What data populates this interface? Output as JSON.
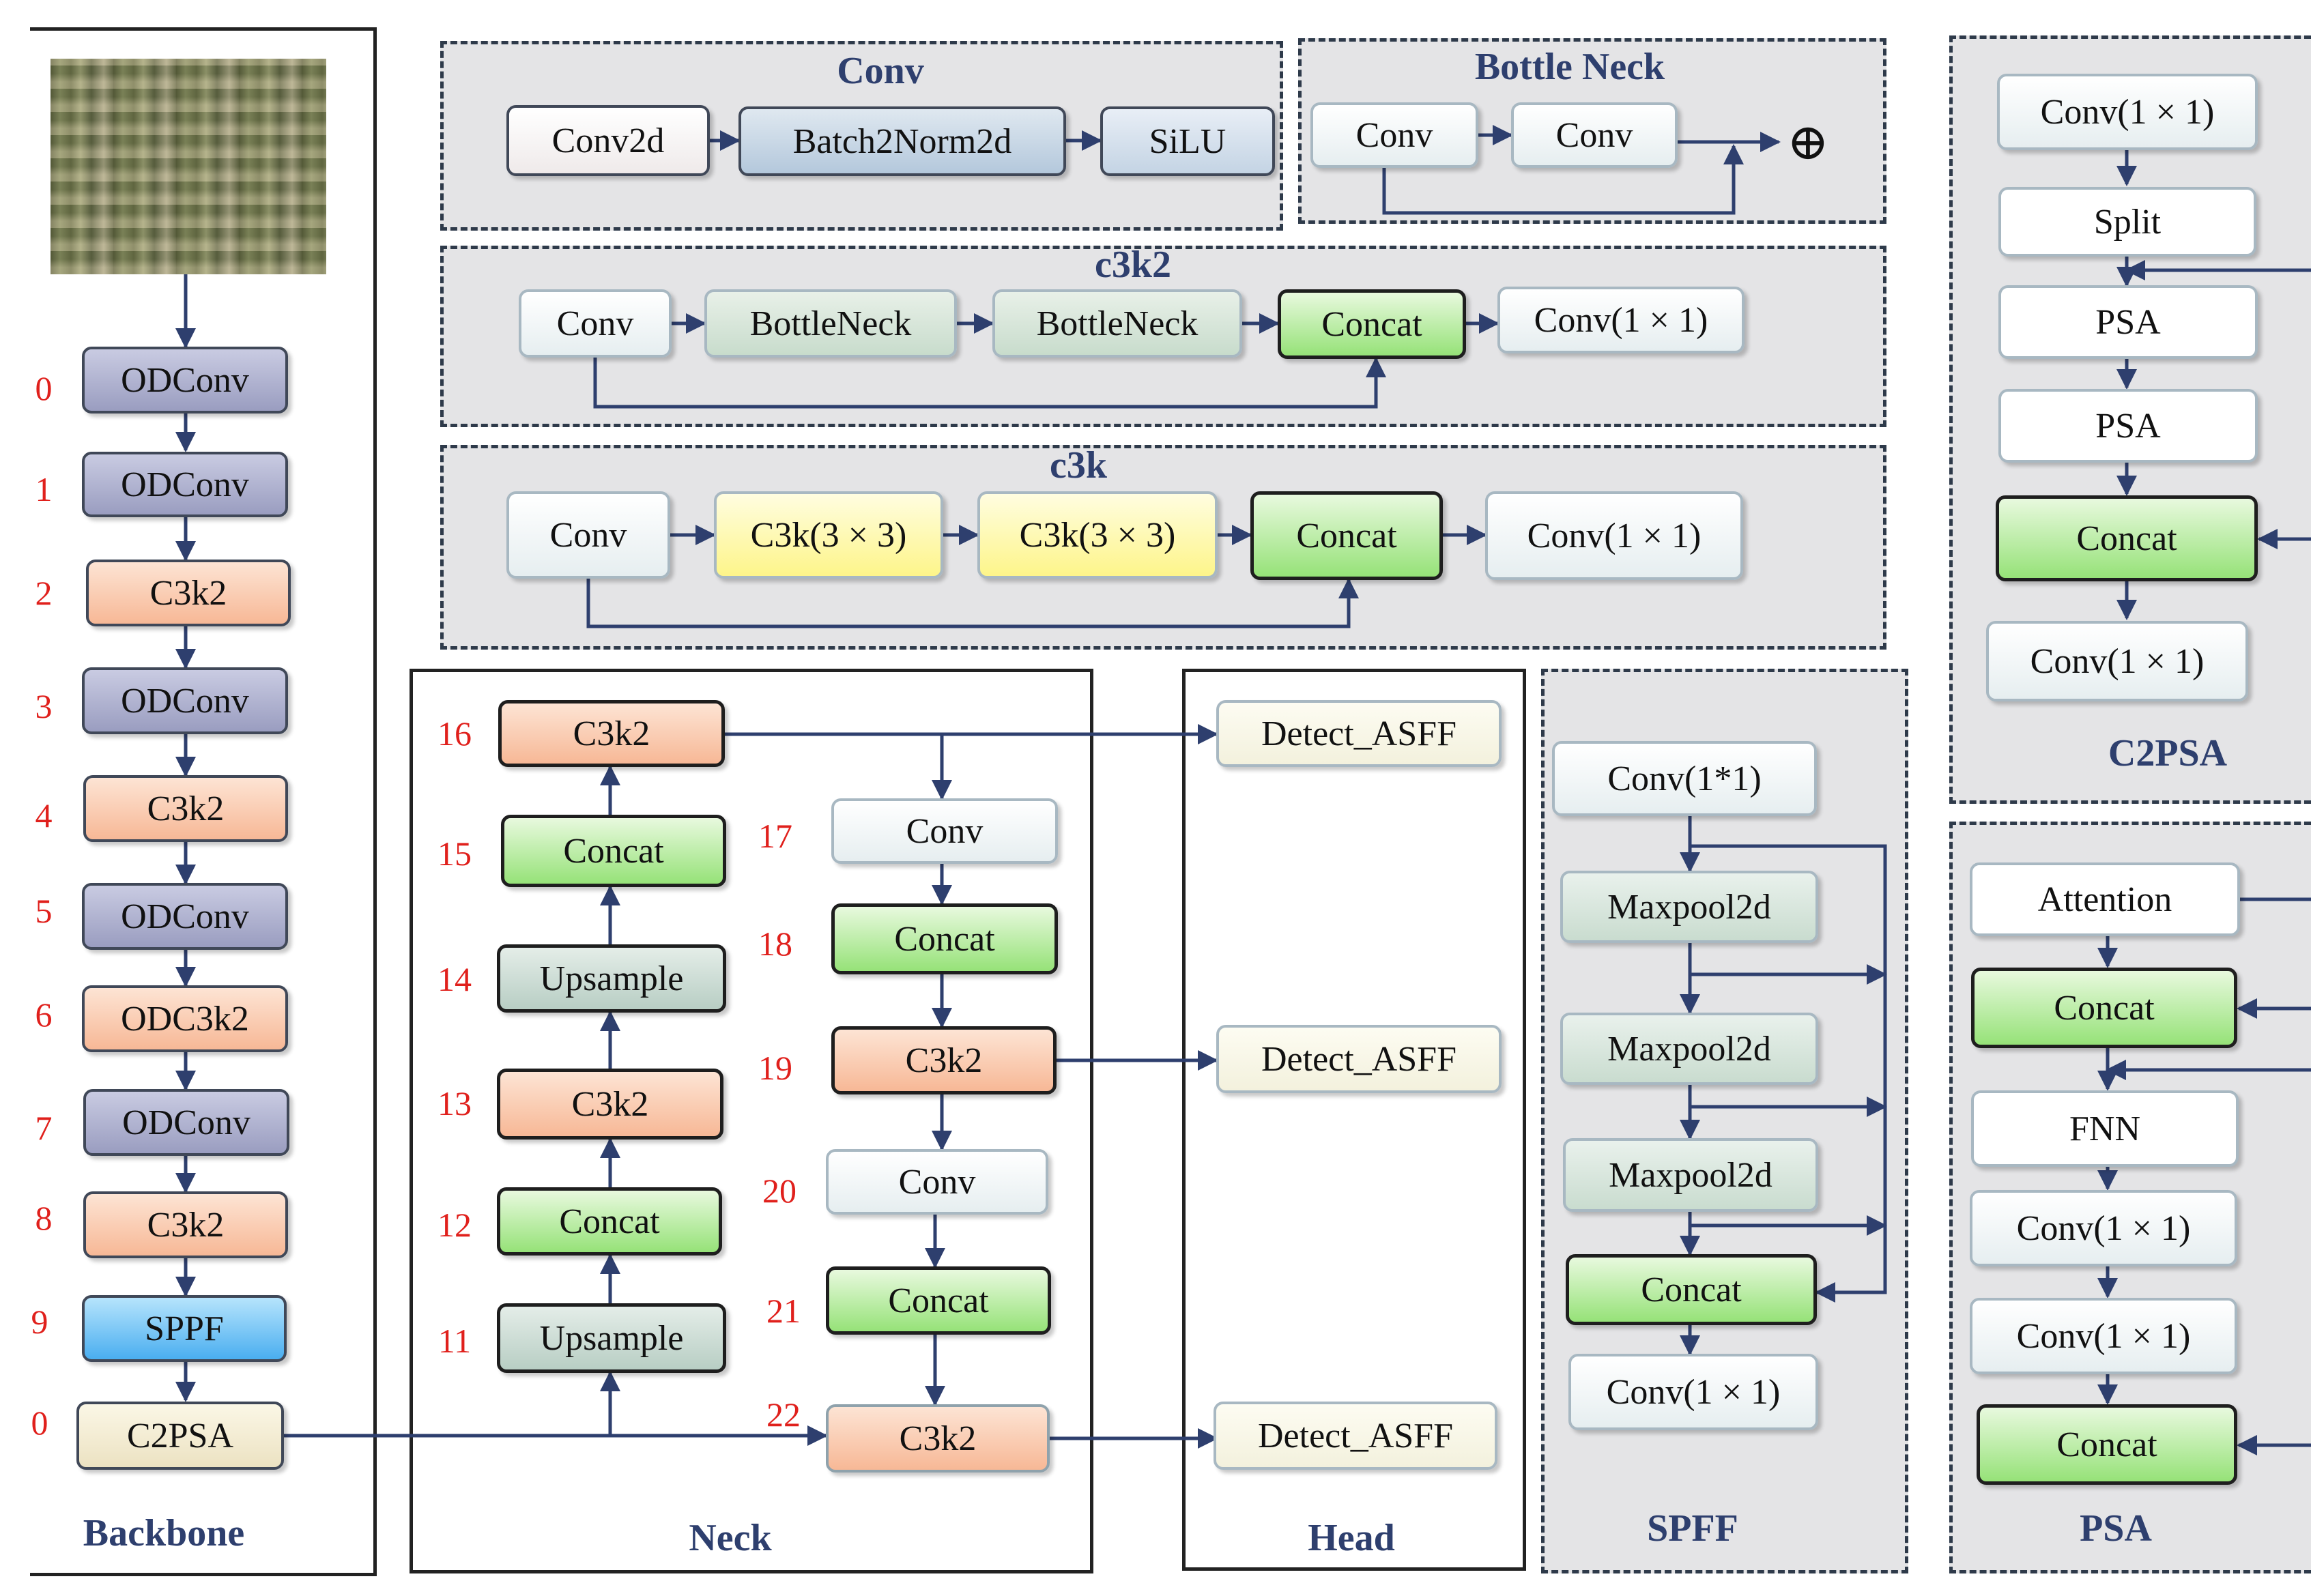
{
  "panels": {
    "backbone": "Backbone",
    "neck": "Neck",
    "head": "Head",
    "spff": "SPFF",
    "c2psa": "C2PSA",
    "psa": "PSA",
    "conv": "Conv",
    "bottleneck": "Bottle Neck",
    "c3k2": "c3k2",
    "c3k": "c3k"
  },
  "backbone": {
    "indices": [
      "0",
      "1",
      "2",
      "3",
      "4",
      "5",
      "6",
      "7",
      "8",
      "9",
      "0"
    ],
    "layers": [
      "ODConv",
      "ODConv",
      "C3k2",
      "ODConv",
      "C3k2",
      "ODConv",
      "ODC3k2",
      "ODConv",
      "C3k2",
      "SPPF",
      "C2PSA"
    ]
  },
  "neck": {
    "left": [
      {
        "idx": "16",
        "label": "C3k2"
      },
      {
        "idx": "15",
        "label": "Concat"
      },
      {
        "idx": "14",
        "label": "Upsample"
      },
      {
        "idx": "13",
        "label": "C3k2"
      },
      {
        "idx": "12",
        "label": "Concat"
      },
      {
        "idx": "11",
        "label": "Upsample"
      }
    ],
    "right": [
      {
        "idx": "17",
        "label": "Conv"
      },
      {
        "idx": "18",
        "label": "Concat"
      },
      {
        "idx": "19",
        "label": "C3k2"
      },
      {
        "idx": "20",
        "label": "Conv"
      },
      {
        "idx": "21",
        "label": "Concat"
      },
      {
        "idx": "22",
        "label": "C3k2"
      }
    ]
  },
  "head": {
    "detect": [
      "Detect_ASFF",
      "Detect_ASFF",
      "Detect_ASFF"
    ]
  },
  "conv_block": [
    "Conv2d",
    "Batch2Norm2d",
    "SiLU"
  ],
  "bottleneck_block": {
    "a": "Conv",
    "b": "Conv",
    "plus": "⊕"
  },
  "c3k2_block": [
    "Conv",
    "BottleNeck",
    "BottleNeck",
    "Concat",
    "Conv(1 × 1)"
  ],
  "c3k_block": [
    "Conv",
    "C3k(3 × 3)",
    "C3k(3 × 3)",
    "Concat",
    "Conv(1 × 1)"
  ],
  "spff_block": [
    "Conv(1*1)",
    "Maxpool2d",
    "Maxpool2d",
    "Maxpool2d",
    "Concat",
    "Conv(1 × 1)"
  ],
  "c2psa_block": [
    "Conv(1 × 1)",
    "Split",
    "PSA",
    "PSA",
    "Concat",
    "Conv(1 × 1)"
  ],
  "psa_block": [
    "Attention",
    "Concat",
    "FNN",
    "Conv(1 × 1)",
    "Conv(1 × 1)",
    "Concat"
  ],
  "colors": {
    "line": "#2e3f6e",
    "index": "#e0201c",
    "title": "#2e3f6e"
  }
}
